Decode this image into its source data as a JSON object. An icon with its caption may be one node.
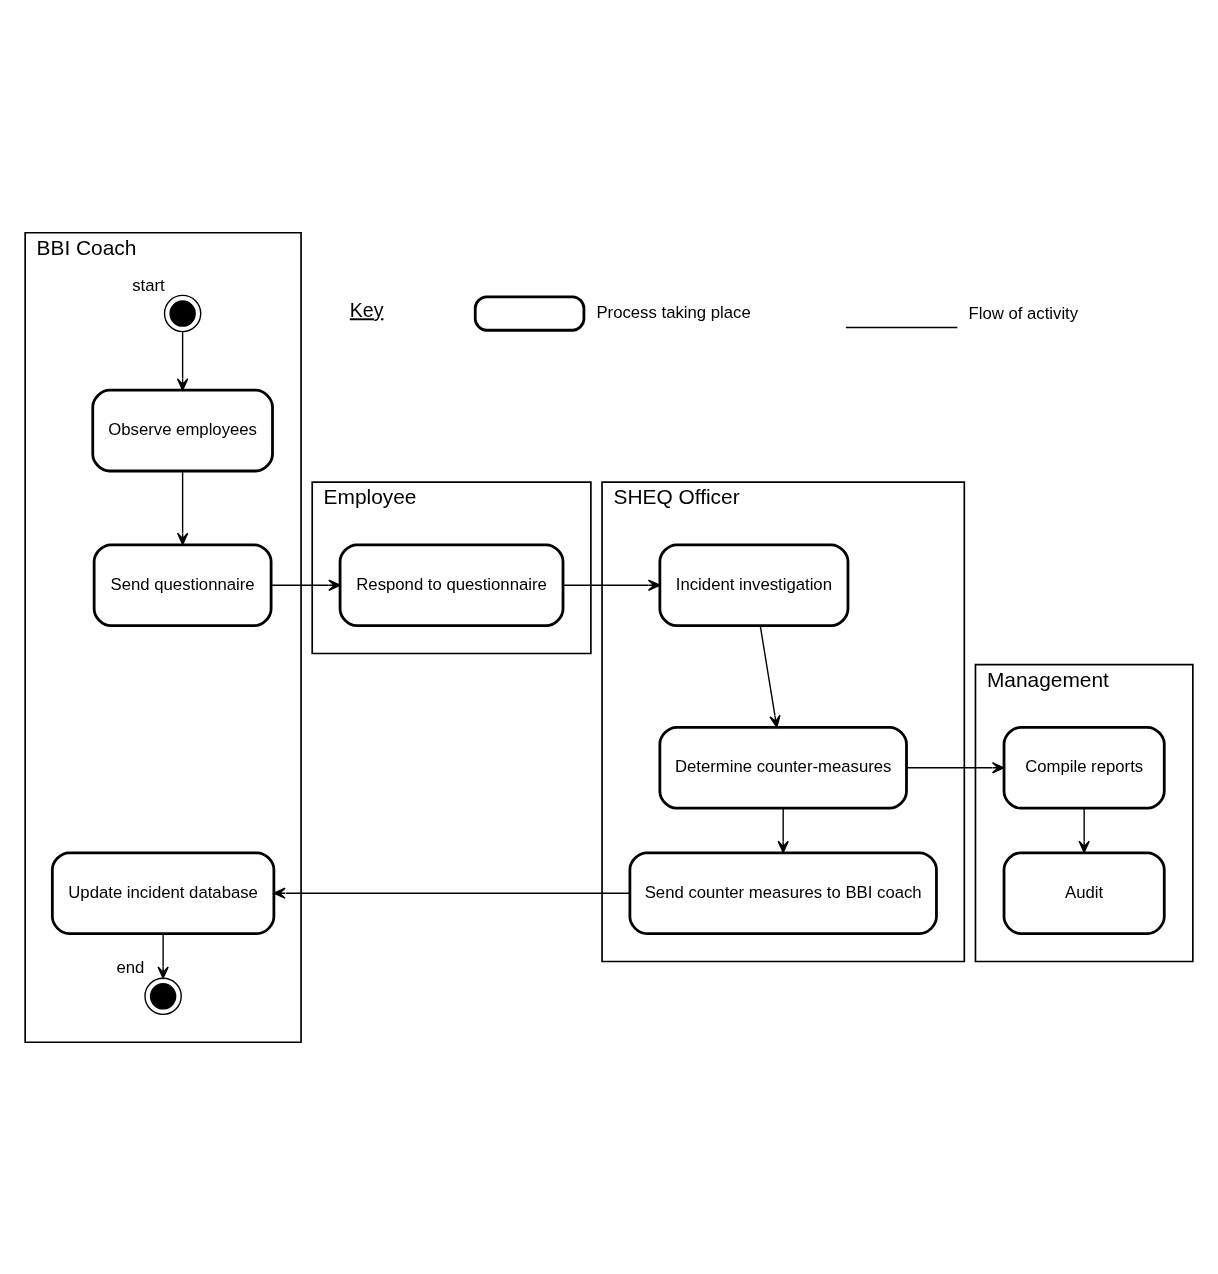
{
  "diagram": {
    "nodes": [
      {
        "text": [
          "BBI Coach"
        ]
      },
      {
        "text": [
          "Employee"
        ]
      },
      {
        "text": [
          "SHEQ Officer"
        ]
      },
      {
        "text": [
          "Management"
        ]
      },
      {
        "text": [],
        "shape": "circle",
        "beside": [
          "start"
        ],
        "in": 0
      },
      {
        "text": [
          "Observe employees"
        ],
        "in": 0
      },
      {
        "text": [
          "Send questionnaire"
        ],
        "in": 0
      },
      {
        "text": [
          "Respond to questionnaire"
        ],
        "in": 1
      },
      {
        "text": [
          "Incident investigation"
        ],
        "in": 2
      },
      {
        "text": [
          "Determine counter-measures"
        ],
        "in": 2
      },
      {
        "text": [
          "Compile reports"
        ],
        "in": 3
      },
      {
        "text": [
          "Audit"
        ],
        "in": 3
      },
      {
        "text": [
          "Send counter measures to BBI coach"
        ],
        "in": 2
      },
      {
        "text": [
          "Update incident database"
        ],
        "in": 0
      },
      {
        "text": [],
        "shape": "circle",
        "beside": [
          "end"
        ],
        "in": 0
      }
    ],
    "edges": [
      {
        "from": 4,
        "to": 5,
        "arrow": "to"
      },
      {
        "from": 5,
        "to": 6,
        "arrow": "to"
      },
      {
        "from": 6,
        "to": 7,
        "arrow": "to"
      },
      {
        "from": 7,
        "to": 8,
        "arrow": "to"
      },
      {
        "from": 8,
        "to": 9,
        "arrow": "to"
      },
      {
        "from": 9,
        "to": 10,
        "arrow": "to"
      },
      {
        "from": 10,
        "to": 11,
        "arrow": "to"
      },
      {
        "from": 9,
        "to": 12,
        "arrow": "to"
      },
      {
        "from": 12,
        "to": 13,
        "arrow": "to"
      },
      {
        "from": 13,
        "to": 14,
        "arrow": "to"
      }
    ],
    "labels": [
      "Key"
    ],
    "legend": [
      {
        "text": "Process taking place"
      },
      {
        "text": "Flow of activity"
      }
    ]
  }
}
